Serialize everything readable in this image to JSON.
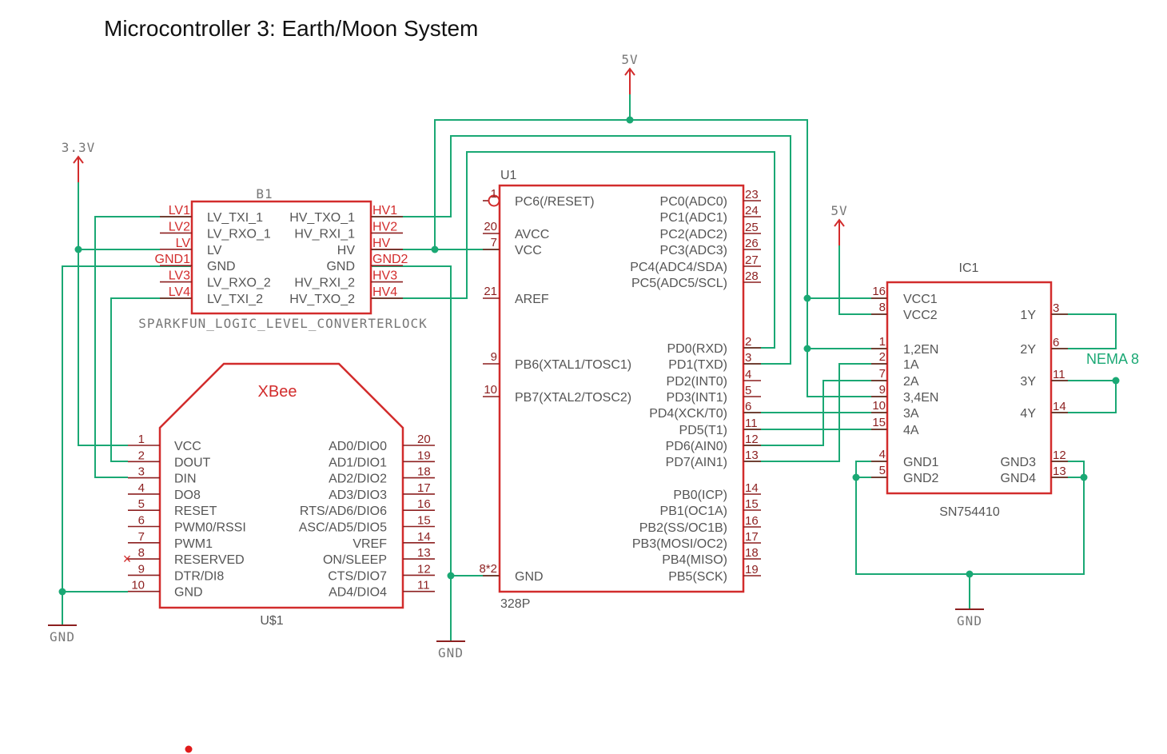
{
  "title": "Microcontroller 3: Earth/Moon System",
  "colors": {
    "wire": "#1aa874",
    "part": "#d22c2c",
    "label": "#555555"
  },
  "power": {
    "v5": "5V",
    "v33": "3.3V",
    "gnd": "GND"
  },
  "b1": {
    "ref": "B1",
    "value": "SPARKFUN_LOGIC_LEVEL_CONVERTERLOCK",
    "left_pins": [
      "LV1",
      "LV2",
      "LV",
      "GND1",
      "LV3",
      "LV4"
    ],
    "inner_left": [
      "LV_TXI_1",
      "LV_RXO_1",
      "LV",
      "GND",
      "LV_RXO_2",
      "LV_TXI_2"
    ],
    "inner_right": [
      "HV_TXO_1",
      "HV_RXI_1",
      "HV",
      "GND",
      "HV_RXI_2",
      "HV_TXO_2"
    ],
    "right_pins": [
      "HV1",
      "HV2",
      "HV",
      "GND2",
      "HV3",
      "HV4"
    ]
  },
  "xbee": {
    "name": "XBee",
    "ref": "U$1",
    "left_labels": [
      "VCC",
      "DOUT",
      "DIN",
      "DO8",
      "RESET",
      "PWM0/RSSI",
      "PWM1",
      "RESERVED",
      "DTR/DI8",
      "GND"
    ],
    "left_nums": [
      "1",
      "2",
      "3",
      "4",
      "5",
      "6",
      "7",
      "8",
      "9",
      "10"
    ],
    "right_labels": [
      "AD0/DIO0",
      "AD1/DIO1",
      "AD2/DIO2",
      "AD3/DIO3",
      "RTS/AD6/DIO6",
      "ASC/AD5/DIO5",
      "VREF",
      "ON/SLEEP",
      "CTS/DIO7",
      "AD4/DIO4"
    ],
    "right_nums": [
      "20",
      "19",
      "18",
      "17",
      "16",
      "15",
      "14",
      "13",
      "12",
      "11"
    ],
    "nc_mark": "×"
  },
  "u1": {
    "ref": "U1",
    "value": "328P",
    "left": [
      {
        "num": "1",
        "label": "PC6(/RESET)"
      },
      {
        "num": "20",
        "label": "AVCC"
      },
      {
        "num": "7",
        "label": "VCC"
      },
      {
        "num": "21",
        "label": "AREF"
      },
      {
        "num": "9",
        "label": "PB6(XTAL1/TOSC1)"
      },
      {
        "num": "10",
        "label": "PB7(XTAL2/TOSC2)"
      },
      {
        "num": "8*2",
        "label": "GND"
      }
    ],
    "right": [
      {
        "num": "23",
        "label": "PC0(ADC0)"
      },
      {
        "num": "24",
        "label": "PC1(ADC1)"
      },
      {
        "num": "25",
        "label": "PC2(ADC2)"
      },
      {
        "num": "26",
        "label": "PC3(ADC3)"
      },
      {
        "num": "27",
        "label": "PC4(ADC4/SDA)"
      },
      {
        "num": "28",
        "label": "PC5(ADC5/SCL)"
      },
      {
        "num": "2",
        "label": "PD0(RXD)"
      },
      {
        "num": "3",
        "label": "PD1(TXD)"
      },
      {
        "num": "4",
        "label": "PD2(INT0)"
      },
      {
        "num": "5",
        "label": "PD3(INT1)"
      },
      {
        "num": "6",
        "label": "PD4(XCK/T0)"
      },
      {
        "num": "11",
        "label": "PD5(T1)"
      },
      {
        "num": "12",
        "label": "PD6(AIN0)"
      },
      {
        "num": "13",
        "label": "PD7(AIN1)"
      },
      {
        "num": "14",
        "label": "PB0(ICP)"
      },
      {
        "num": "15",
        "label": "PB1(OC1A)"
      },
      {
        "num": "16",
        "label": "PB2(SS/OC1B)"
      },
      {
        "num": "17",
        "label": "PB3(MOSI/OC2)"
      },
      {
        "num": "18",
        "label": "PB4(MISO)"
      },
      {
        "num": "19",
        "label": "PB5(SCK)"
      }
    ]
  },
  "ic1": {
    "ref": "IC1",
    "value": "SN754410",
    "left": [
      {
        "num": "16",
        "label": "VCC1"
      },
      {
        "num": "8",
        "label": "VCC2"
      },
      {
        "num": "1",
        "label": "1,2EN"
      },
      {
        "num": "2",
        "label": "1A"
      },
      {
        "num": "7",
        "label": "2A"
      },
      {
        "num": "9",
        "label": "3,4EN"
      },
      {
        "num": "10",
        "label": "3A"
      },
      {
        "num": "15",
        "label": "4A"
      },
      {
        "num": "4",
        "label": "GND1"
      },
      {
        "num": "5",
        "label": "GND2"
      }
    ],
    "right": [
      {
        "num": "3",
        "label": "1Y"
      },
      {
        "num": "6",
        "label": "2Y"
      },
      {
        "num": "11",
        "label": "3Y"
      },
      {
        "num": "14",
        "label": "4Y"
      },
      {
        "num": "12",
        "label": "GND3"
      },
      {
        "num": "13",
        "label": "GND4"
      }
    ]
  },
  "motor": "NEMA 8"
}
